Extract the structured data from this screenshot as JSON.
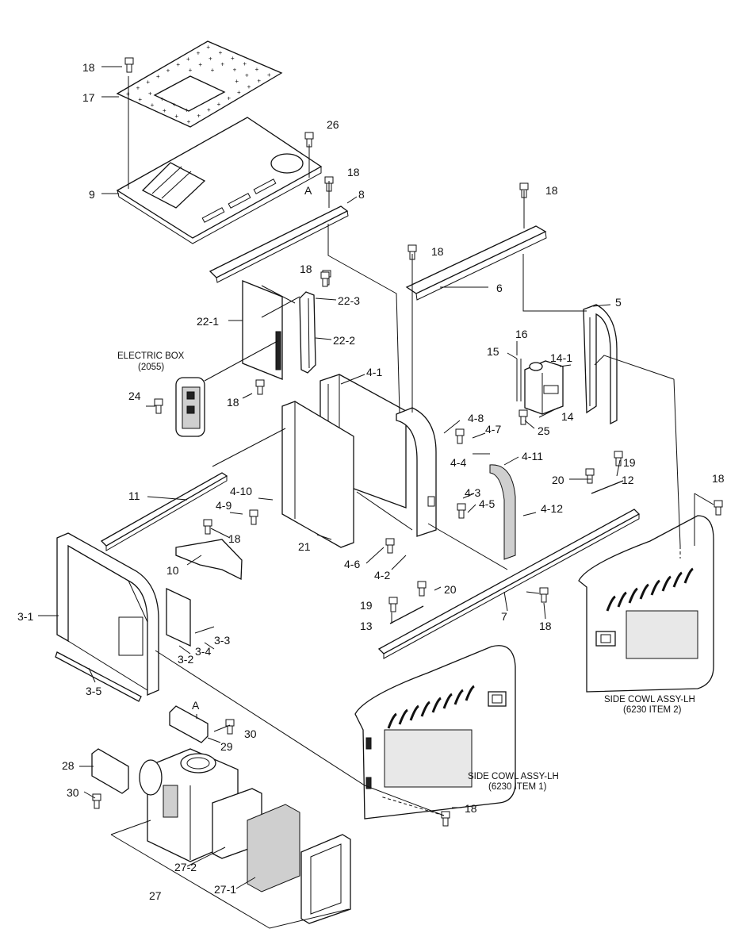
{
  "labels": {
    "l18a": "18",
    "l17": "17",
    "l26": "26",
    "l9": "9",
    "lA1": "A",
    "l18b": "18",
    "l8": "8",
    "l18c": "18",
    "l6": "6",
    "l18d": "18",
    "l5": "5",
    "l18e": "18",
    "l22_3": "22-3",
    "l22_1": "22-1",
    "l22_2": "22-2",
    "l16": "16",
    "l15": "15",
    "l14_1": "14-1",
    "l14": "14",
    "l25": "25",
    "l24": "24",
    "l18f": "18",
    "l4_1": "4-1",
    "l4_8": "4-8",
    "l4_7": "4-7",
    "l4_4": "4-4",
    "l4_11": "4-11",
    "l19a": "19",
    "l20a": "20",
    "l12": "12",
    "l18g": "18",
    "l11": "11",
    "l4_10": "4-10",
    "l4_9": "4-9",
    "l4_3": "4-3",
    "l4_5": "4-5",
    "l4_12": "4-12",
    "l18h": "18",
    "l21": "21",
    "l10": "10",
    "l4_6": "4-6",
    "l4_2": "4-2",
    "l20b": "20",
    "l19b": "19",
    "l7": "7",
    "l13": "13",
    "l18i": "18",
    "l3_1": "3-1",
    "l3_3": "3-3",
    "l3_4": "3-4",
    "l3_2": "3-2",
    "l3_5": "3-5",
    "lA2": "A",
    "l30a": "30",
    "l29": "29",
    "l28": "28",
    "l30b": "30",
    "l18j": "18",
    "l27_2": "27-2",
    "l27_1": "27-1",
    "l27": "27"
  },
  "captions": {
    "electric_box_1": "ELECTRIC BOX",
    "electric_box_2": "(2055)",
    "side_cowl_2_a": "SIDE COWL ASSY-LH",
    "side_cowl_2_b": "(6230 ITEM 2)",
    "side_cowl_1_a": "SIDE COWL ASSY-LH",
    "side_cowl_1_b": "(6230 ITEM 1)"
  }
}
